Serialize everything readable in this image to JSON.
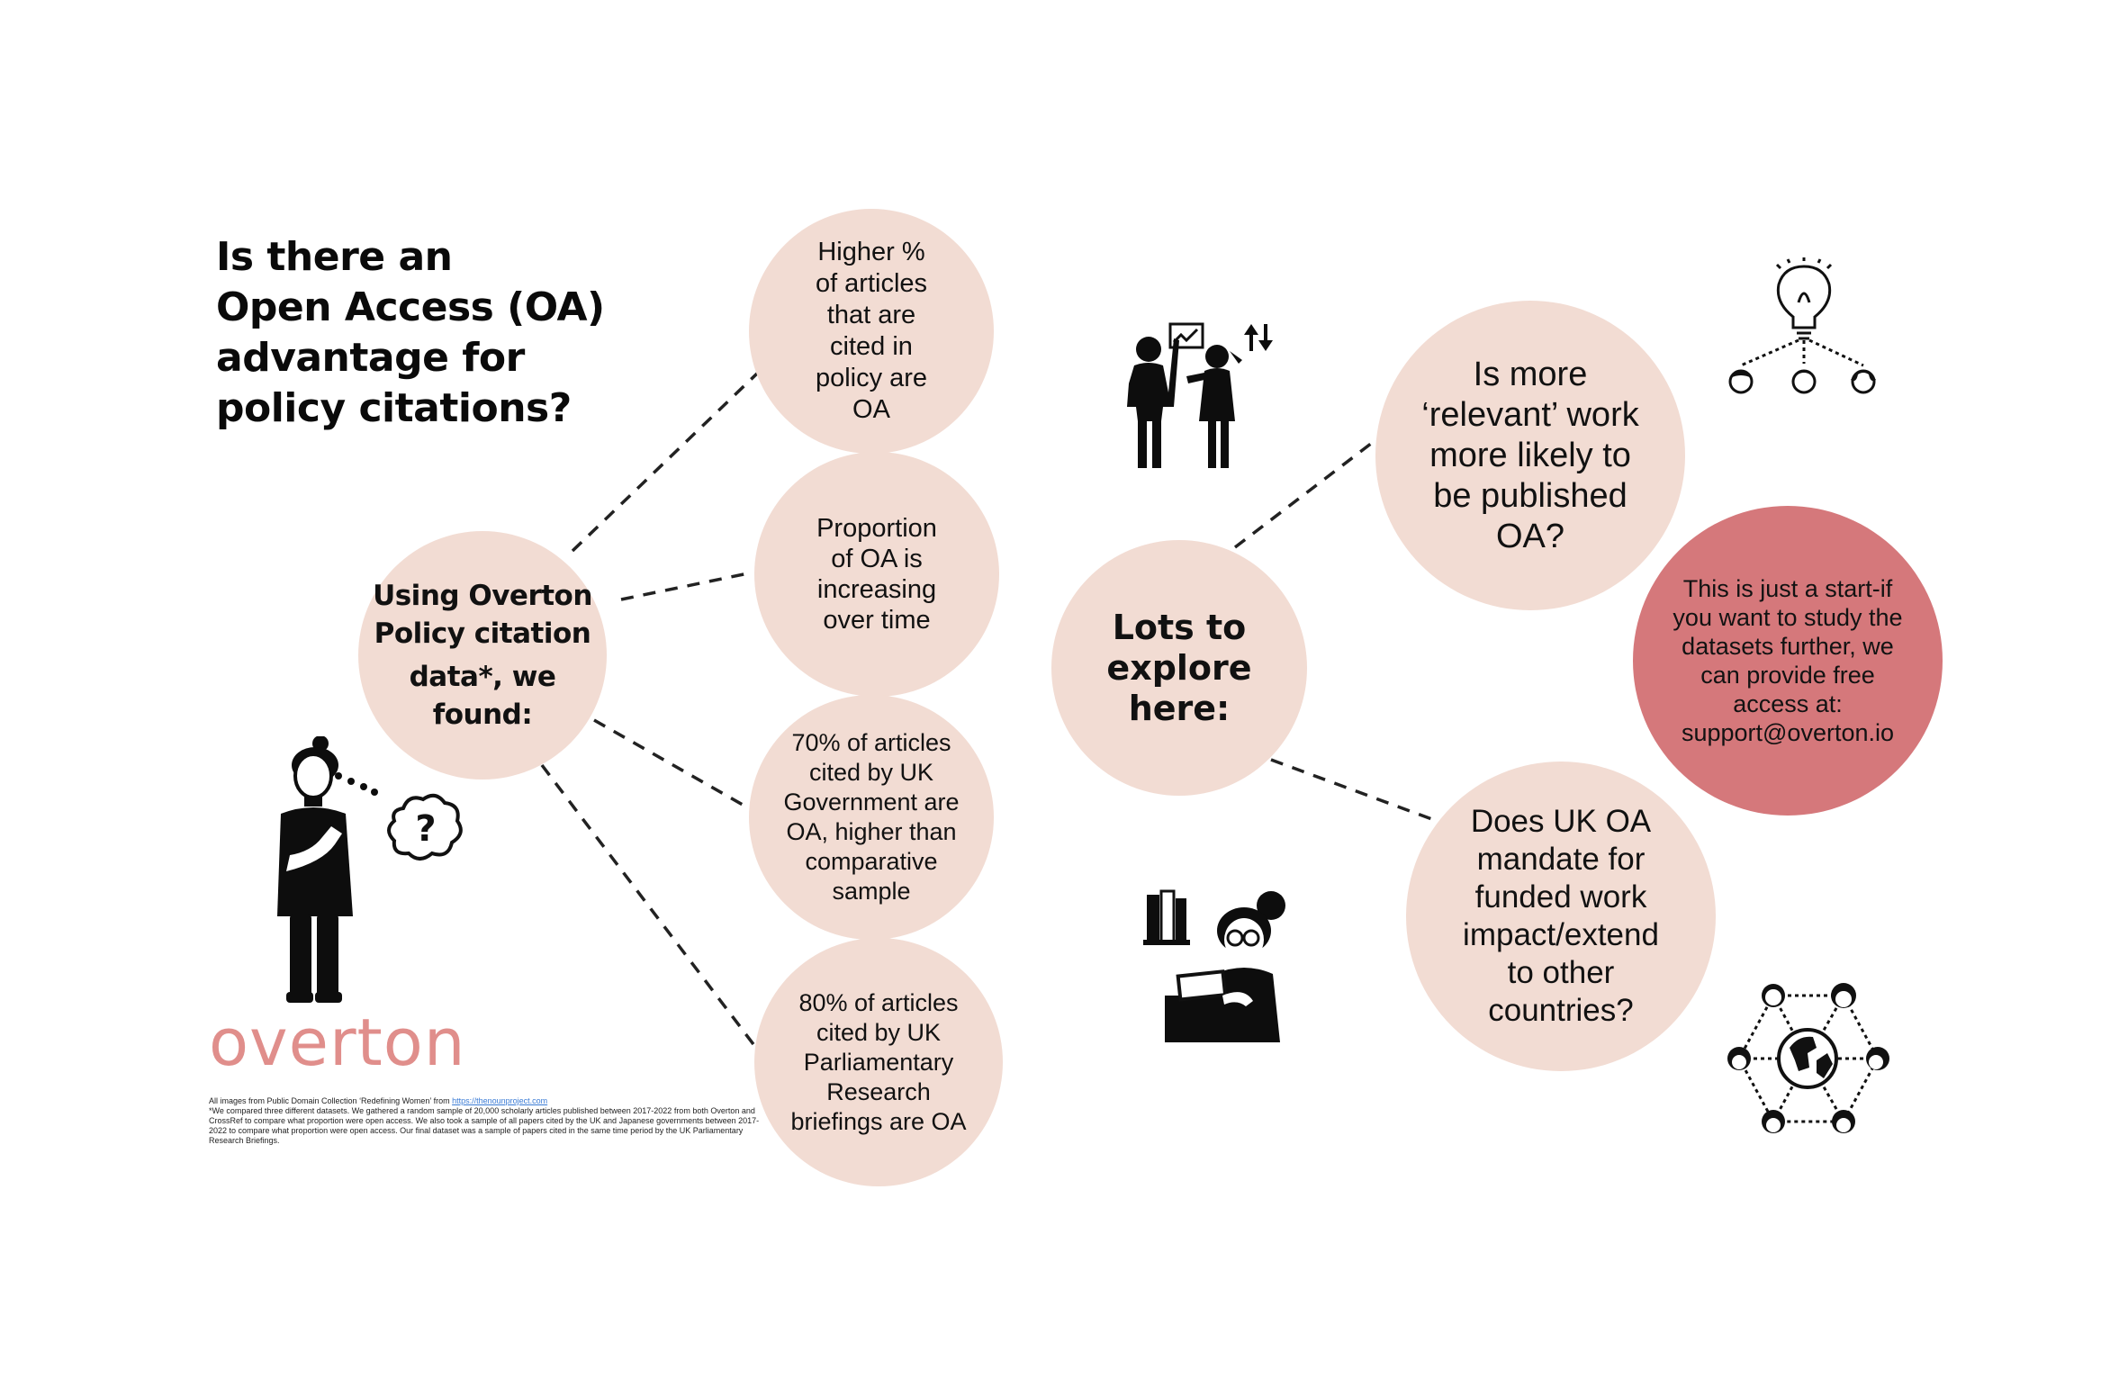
{
  "title": {
    "line1": "Is there an",
    "line2": "Open Access (OA)",
    "line3": "advantage for",
    "line4": "policy citations?"
  },
  "found_node": {
    "line1": "Using Overton",
    "line2": "Policy citation",
    "line3": "data*, we found:"
  },
  "findings": [
    {
      "lines": [
        "Higher %",
        "of articles",
        "that are",
        "cited in",
        "policy are",
        "OA"
      ]
    },
    {
      "lines": [
        "Proportion",
        "of OA is",
        "increasing",
        "over time"
      ]
    },
    {
      "lines": [
        "70% of articles",
        "cited by UK",
        "Government are",
        "OA, higher than",
        "comparative",
        "sample"
      ]
    },
    {
      "lines": [
        "80% of articles",
        "cited by UK",
        "Parliamentary",
        "Research",
        "briefings are OA"
      ]
    }
  ],
  "explore_node": {
    "line1": "Lots to",
    "line2": "explore",
    "line3": "here:"
  },
  "questions": [
    {
      "lines": [
        "Is more",
        "‘relevant’ work",
        "more likely to",
        "be published",
        "OA?"
      ]
    },
    {
      "lines": [
        "Does UK OA",
        "mandate for",
        "funded work",
        "impact/extend",
        "to other",
        "countries?"
      ]
    }
  ],
  "cta": {
    "lines": [
      "This is just a start-if",
      "you want to study the",
      "datasets further, we",
      "can provide free",
      "access at:",
      "support@overton.io"
    ]
  },
  "logo": {
    "text": "overton"
  },
  "footnote": {
    "credit_prefix": "All images from Public Domain Collection ‘Redefining Women’ from ",
    "credit_link": "https://thenounproject.com",
    "body": "*We compared three different datasets. We gathered a random sample of 20,000 scholarly articles published between 2017-2022 from both Overton and CrossRef to compare what proportion were open access. We also took a sample of all papers cited by the UK and Japanese governments between 2017-2022 to compare what proportion were open access. Our final dataset was a sample of papers cited in the same time period by the UK Parliamentary Research Briefings."
  },
  "icons": {
    "thinking_woman": "thinking-woman-icon",
    "question_bubble": "question-thought-bubble-icon",
    "presenters": "women-presenting-chart-icon",
    "lightbulb_network": "lightbulb-people-icon",
    "reader": "woman-reading-books-icon",
    "global_network": "global-network-people-icon"
  },
  "colors": {
    "circle_fill": "#f2dcd3",
    "cta_fill": "#d5787b",
    "logo": "#e08e8b"
  }
}
